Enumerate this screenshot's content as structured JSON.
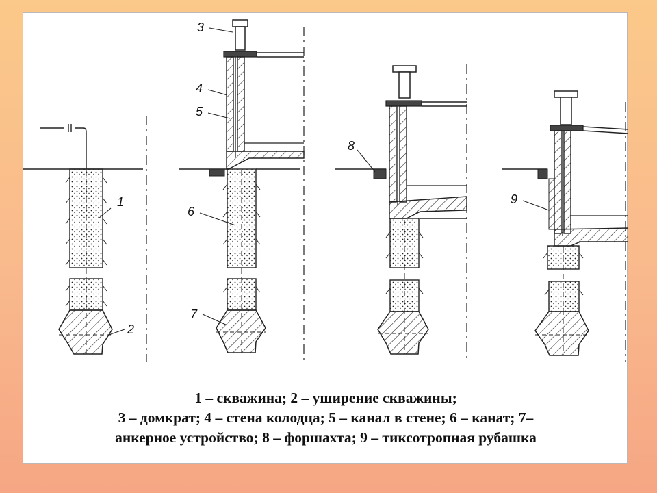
{
  "figure": {
    "labels": {
      "l1": "1",
      "l2": "2",
      "l3": "3",
      "l4": "4",
      "l5": "5",
      "l6": "6",
      "l7": "7",
      "l8": "8",
      "l9": "9"
    }
  },
  "caption": {
    "line1": "1 – скважина; 2 – уширение скважины;",
    "line2": "3 – домкрат; 4 – стена колодца; 5 – канал в стене; 6 – канат; 7–",
    "line3": "анкерное устройство; 8 – форшахта; 9 – тиксотропная рубашка"
  }
}
